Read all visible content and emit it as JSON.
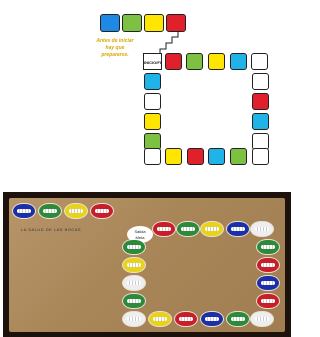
{
  "top_board": {
    "note_line1": "Antes de iniciar",
    "note_line2": "hay que",
    "note_line3": "prepararse.",
    "start_label": "INICIO/FIN",
    "colors": {
      "blue": "#1e88e5",
      "green": "#7cc142",
      "yellow": "#ffe600",
      "red": "#e0202a",
      "white": "#ffffff",
      "cyan": "#20b3e8"
    }
  },
  "photo": {
    "title": "LA SALUD DE LAS BOCAS",
    "start_line1": "Salida",
    "start_line2": "Meta",
    "lip_colors": {
      "blue": "#1b2fa8",
      "green": "#2d8a3a",
      "yellow": "#e8d21a",
      "red": "#c81e2a",
      "white": "#eeeeee"
    }
  }
}
